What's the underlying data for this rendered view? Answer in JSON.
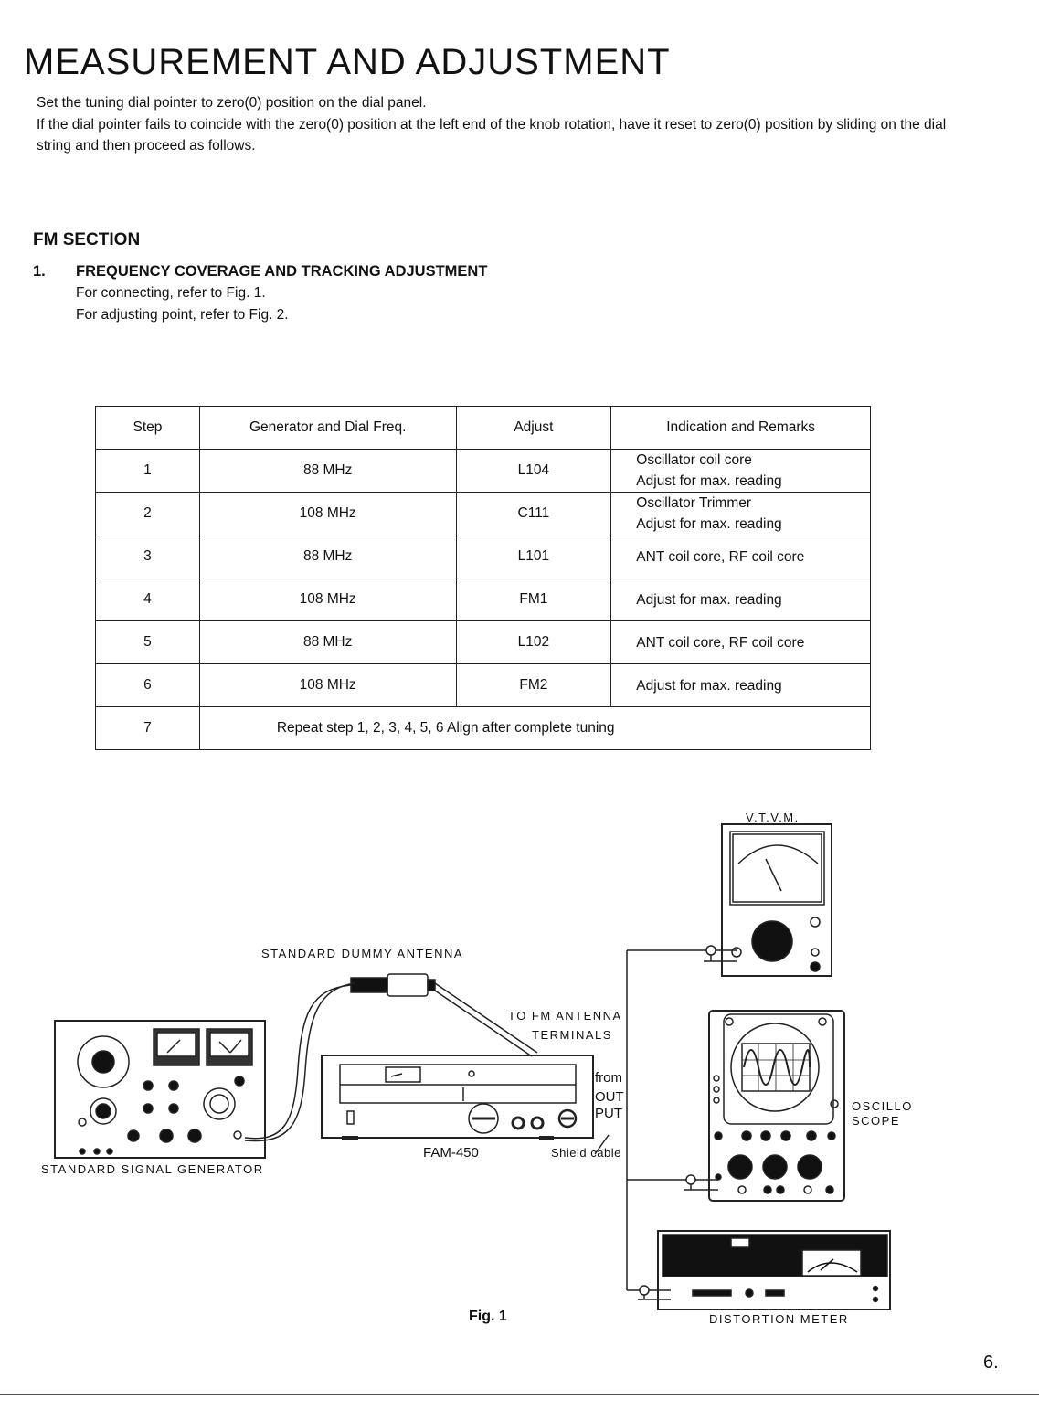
{
  "title": "MEASUREMENT AND ADJUSTMENT",
  "intro": {
    "line1": "Set the tuning dial pointer to zero(0) position on the dial panel.",
    "line2": "If the dial pointer fails to coincide with the zero(0) position at the left end of the knob rotation, have it reset to zero(0) position by sliding on the dial string and then proceed as follows."
  },
  "section": "FM SECTION",
  "item": {
    "number": "1.",
    "title": "FREQUENCY COVERAGE AND TRACKING ADJUSTMENT",
    "ref1": "For connecting, refer to Fig. 1.",
    "ref2": "For adjusting point, refer to Fig. 2."
  },
  "table": {
    "headers": [
      "Step",
      "Generator and Dial Freq.",
      "Adjust",
      "Indication and Remarks"
    ],
    "rows": [
      {
        "step": "1",
        "freq": "88 MHz",
        "adjust": "L104",
        "remarks": [
          "Oscillator coil core",
          "Adjust for max. reading"
        ]
      },
      {
        "step": "2",
        "freq": "108 MHz",
        "adjust": "C111",
        "remarks": [
          "Oscillator Trimmer",
          "Adjust for max. reading"
        ]
      },
      {
        "step": "3",
        "freq": "88 MHz",
        "adjust": "L101",
        "remarks": [
          "ANT coil core, RF coil core"
        ]
      },
      {
        "step": "4",
        "freq": "108 MHz",
        "adjust": "FM1",
        "remarks": [
          "Adjust for max. reading"
        ]
      },
      {
        "step": "5",
        "freq": "88 MHz",
        "adjust": "L102",
        "remarks": [
          "ANT coil core, RF coil core"
        ]
      },
      {
        "step": "6",
        "freq": "108 MHz",
        "adjust": "FM2",
        "remarks": [
          "Adjust for max. reading"
        ]
      }
    ],
    "last_row": {
      "step": "7",
      "text": "Repeat step 1, 2, 3, 4, 5, 6 Align after complete tuning"
    }
  },
  "diagram": {
    "vtvm": "V.T.V.M.",
    "dummy_antenna": "STANDARD DUMMY ANTENNA",
    "to_fm_1": "TO FM ANTENNA",
    "to_fm_2": "TERMINALS",
    "from": "from",
    "out": "OUT",
    "put": "PUT",
    "oscillo": "OSCILLO",
    "scope": "SCOPE",
    "generator": "STANDARD SIGNAL GENERATOR",
    "tuner": "FAM-450",
    "shield": "Shield cable",
    "distortion": "DISTORTION METER"
  },
  "figure_caption": "Fig. 1",
  "page_number": "6."
}
